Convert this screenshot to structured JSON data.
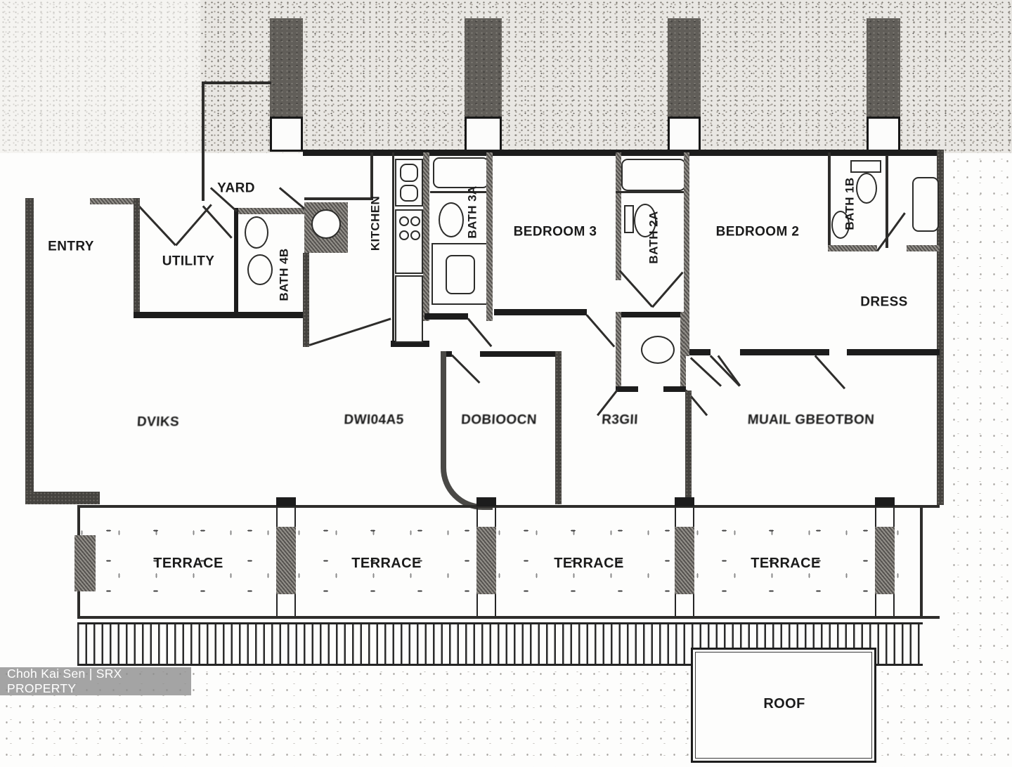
{
  "plan": {
    "rooms": {
      "entry": "ENTRY",
      "yard": "YARD",
      "utility": "UTILITY",
      "bath_4b": "BATH 4B",
      "kitchen": "KITCHEN",
      "bath_3a": "BATH 3A",
      "bedroom_3": "BEDROOM 3",
      "bath_2a": "BATH 2A",
      "bedroom_2": "BEDROOM 2",
      "bath_1b": "BATH 1B",
      "dress": "DRESS",
      "roof": "ROOF",
      "living_area_garbled": "DVIKS",
      "dining_area_garbled": "DWI04A5",
      "middle_room_garbled": "DOBIOOCN",
      "hall_garbled": "R3GII",
      "master_bedroom_garbled": "MUAIL GBEOTBON"
    },
    "terraces": [
      "TERRACE",
      "TERRACE",
      "TERRACE",
      "TERRACE"
    ]
  },
  "watermark": {
    "text": "Choh Kai Sen | SRX PROPERTY"
  }
}
